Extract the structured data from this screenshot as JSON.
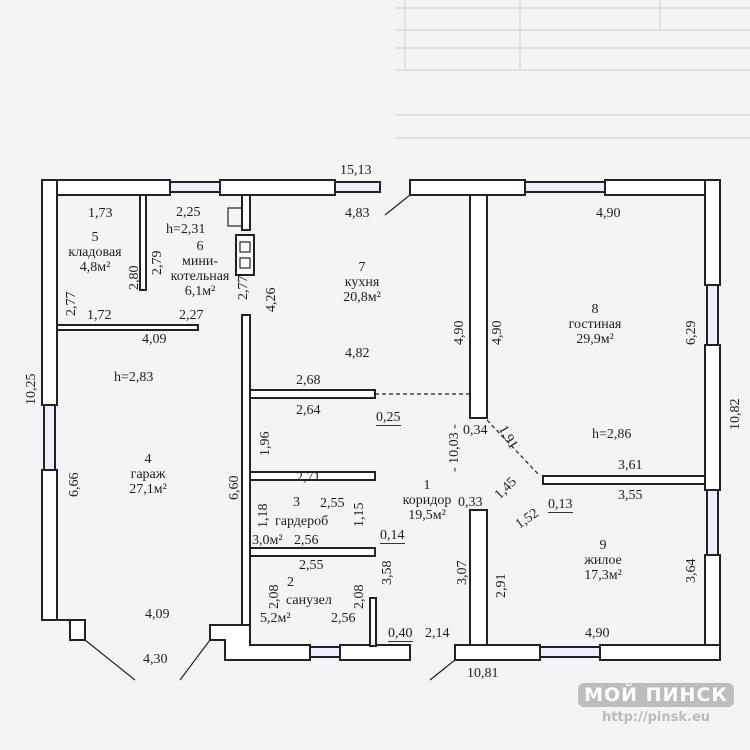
{
  "rooms": [
    {
      "num": "1",
      "name": "коридор",
      "area": "19,5м²"
    },
    {
      "num": "2",
      "name": "санузел",
      "area": "5,2м²"
    },
    {
      "num": "3",
      "name": "гардероб",
      "area": "3,0м²"
    },
    {
      "num": "4",
      "name": "гараж",
      "area": "27,1м²"
    },
    {
      "num": "5",
      "name": "кладовая",
      "area": "4,8м²"
    },
    {
      "num": "6",
      "name": "мини-",
      "name2": "котельная",
      "area": "6,1м²"
    },
    {
      "num": "7",
      "name": "кухня",
      "area": "20,8м²"
    },
    {
      "num": "8",
      "name": "гостиная",
      "area": "29,9м²"
    },
    {
      "num": "9",
      "name": "жилое",
      "area": "17,3м²"
    }
  ],
  "heights": {
    "h_boiler": "h=2,31",
    "h_garage": "h=2,83",
    "h_living": "h=2,86"
  },
  "dimensions": {
    "top_total": "15,13",
    "d483": "4,83",
    "d173": "1,73",
    "d225": "2,25",
    "d490_top": "4,90",
    "d277_left": "2,77",
    "d280": "2,80",
    "d279": "2,79",
    "d277_b": "2,77",
    "d426": "4,26",
    "d172": "1,72",
    "d227": "2,27",
    "d409_top": "4,09",
    "d482": "4,82",
    "d490_v1": "4,90",
    "d490_v2": "4,90",
    "d629": "6,29",
    "d1025": "10,25",
    "d1082": "10,82",
    "d268": "2,68",
    "d264": "2,64",
    "d025": "0,25",
    "d034": "0,34",
    "d191": "1,91",
    "d1003": "- 10,03 -",
    "d196": "1,96",
    "d660": "6,60",
    "d666": "6,66",
    "d271": "2,71",
    "d255a": "2,55",
    "d118": "1,18",
    "d115": "1,15",
    "d256a": "2,56",
    "d014": "0,14",
    "d033": "0,33",
    "d145": "1,45",
    "d152": "1,52",
    "d013": "0,13",
    "d361": "3,61",
    "d355": "3,55",
    "d255b": "2,55",
    "d208a": "2,08",
    "d208b": "2,08",
    "d256b": "2,56",
    "d358": "3,58",
    "d307": "3,07",
    "d291": "2,91",
    "d364": "3,64",
    "d409_bot": "4,09",
    "d430": "4,30",
    "d040": "0,40",
    "d214": "2,14",
    "d490_bot": "4,90",
    "d1081": "10,81"
  },
  "watermark": {
    "brand": "МОЙ ПИНСК",
    "url": "http://pinsk.eu"
  }
}
